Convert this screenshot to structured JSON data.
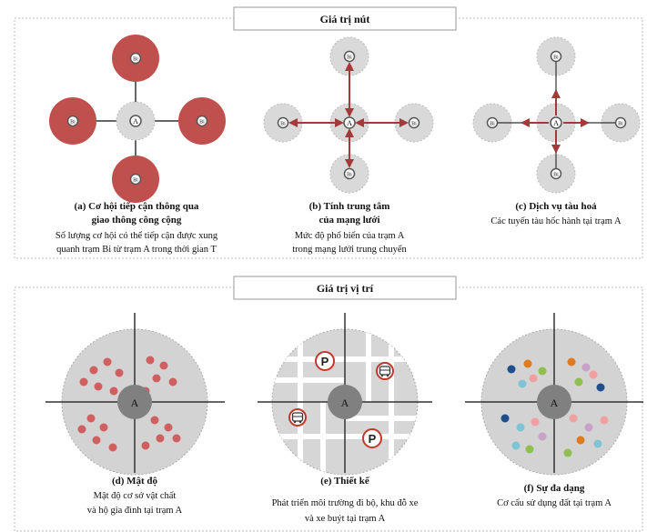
{
  "node_section": {
    "title": "Giá trị nút",
    "panels": [
      {
        "caption_title_1": "(a) Cơ hội tiếp cận thông qua",
        "caption_title_2": "giao thông công cộng",
        "caption_desc_1": "Số lượng cơ hội có thể tiếp cận  được xung",
        "caption_desc_2": "quanh trạm Bi từ trạm A trong thời gian T",
        "center_label": "A",
        "node_label": "Bi"
      },
      {
        "caption_title_1": "(b) Tính trung tâm",
        "caption_title_2": "của mạng lưới",
        "caption_desc_1": "Mức độ phổ biến của trạm A",
        "caption_desc_2": "trong mạng lưới trung chuyển",
        "center_label": "A",
        "node_label": "Bi"
      },
      {
        "caption_title_1": "(c) Dịch vụ tàu hoả",
        "caption_desc_1": "Các tuyến tàu hốc hành tại trạm A",
        "center_label": "A",
        "node_label": "Bi"
      }
    ]
  },
  "place_section": {
    "title": "Giá trị vị trí",
    "panels": [
      {
        "caption_title": "(d) Mật độ",
        "caption_desc_1": "Mật độ cơ sở vật chất",
        "caption_desc_2": "và hộ gia đình tại trạm A",
        "center_label": "A"
      },
      {
        "caption_title": "(e) Thiết kế",
        "caption_desc_1": "Phát triển môi trường đi bộ, khu đỗ xe",
        "caption_desc_2": "và xe buýt tại trạm A",
        "center_label": "A",
        "parking_symbol": "P"
      },
      {
        "caption_title": "(f) Sự đa dạng",
        "caption_desc_1": "Cơ cấu sử dụng đất tại trạm A",
        "center_label": "A"
      }
    ]
  },
  "colors": {
    "opportunity_red": "#c0504d",
    "arrow_red": "#a33a3a",
    "node_gray": "#d9d9d9",
    "center_gray": "#808080",
    "dot_red": "#d06060",
    "diversity": [
      "#1f4e8c",
      "#e07a1f",
      "#8fbf4f",
      "#7fc4d4",
      "#f0a0a0",
      "#c8a0c8"
    ]
  },
  "icons": [
    "parking-icon",
    "bus-icon"
  ]
}
